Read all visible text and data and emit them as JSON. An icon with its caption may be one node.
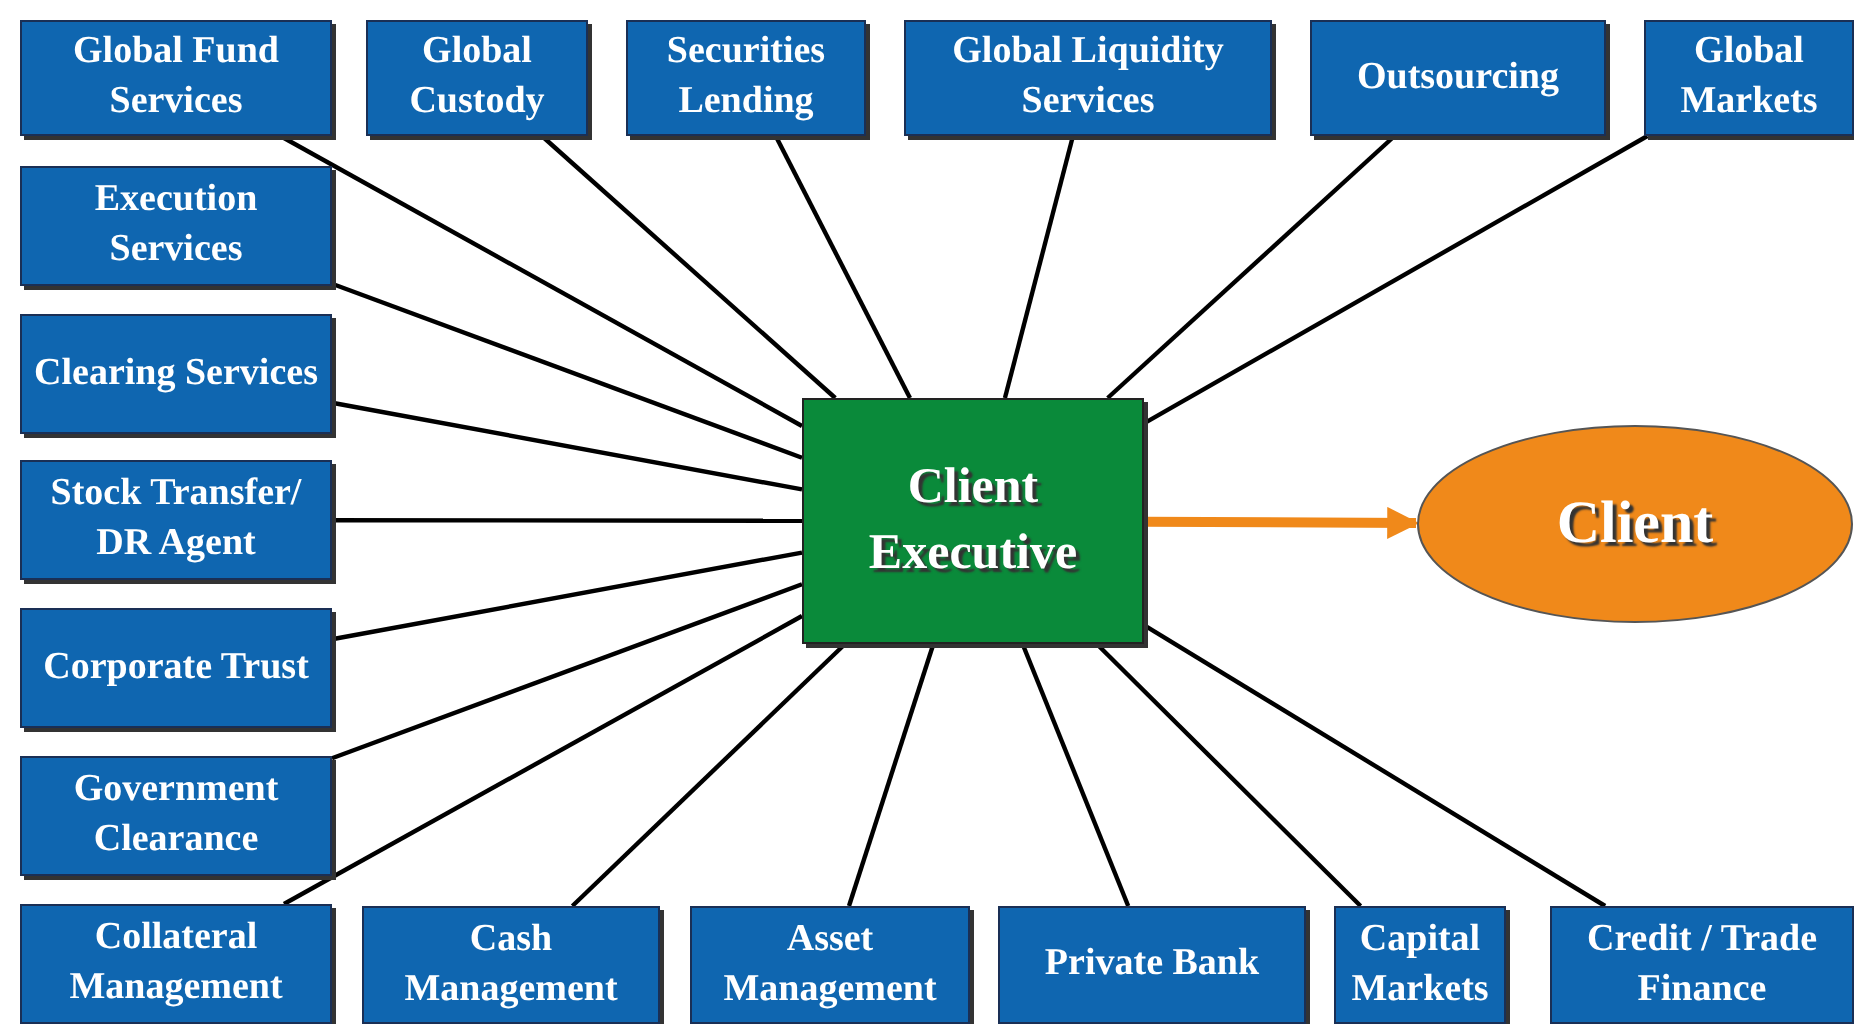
{
  "diagram": {
    "nodes": [
      {
        "text": [
          "Global Fund Services"
        ]
      },
      {
        "text": [
          "Global Custody"
        ]
      },
      {
        "text": [
          "Securities Lending"
        ]
      },
      {
        "text": [
          "Global Liquidity Services"
        ]
      },
      {
        "text": [
          "Outsourcing"
        ]
      },
      {
        "text": [
          "Global Markets"
        ]
      },
      {
        "text": [
          "Execution Services"
        ]
      },
      {
        "text": [
          "Clearing Services"
        ]
      },
      {
        "text": [
          "Stock Transfer/ DR Agent"
        ]
      },
      {
        "text": [
          "Corporate Trust"
        ]
      },
      {
        "text": [
          "Government Clearance"
        ]
      },
      {
        "text": [
          "Client Executive"
        ]
      },
      {
        "text": [
          "Client"
        ]
      },
      {
        "text": [
          "Collateral Management"
        ]
      },
      {
        "text": [
          "Cash Management"
        ]
      },
      {
        "text": [
          "Asset Management"
        ]
      },
      {
        "text": [
          "Private Bank"
        ]
      },
      {
        "text": [
          "Capital Markets"
        ]
      },
      {
        "text": [
          "Credit / Trade Finance"
        ]
      }
    ],
    "edges": [
      {
        "from": 0,
        "to": 11,
        "arrow": "none"
      },
      {
        "from": 1,
        "to": 11,
        "arrow": "none"
      },
      {
        "from": 2,
        "to": 11,
        "arrow": "none"
      },
      {
        "from": 3,
        "to": 11,
        "arrow": "none"
      },
      {
        "from": 4,
        "to": 11,
        "arrow": "none"
      },
      {
        "from": 5,
        "to": 11,
        "arrow": "none"
      },
      {
        "from": 6,
        "to": 11,
        "arrow": "none"
      },
      {
        "from": 7,
        "to": 11,
        "arrow": "none"
      },
      {
        "from": 8,
        "to": 11,
        "arrow": "none"
      },
      {
        "from": 9,
        "to": 11,
        "arrow": "none"
      },
      {
        "from": 10,
        "to": 11,
        "arrow": "none"
      },
      {
        "from": 13,
        "to": 11,
        "arrow": "none"
      },
      {
        "from": 14,
        "to": 11,
        "arrow": "none"
      },
      {
        "from": 15,
        "to": 11,
        "arrow": "none"
      },
      {
        "from": 16,
        "to": 11,
        "arrow": "none"
      },
      {
        "from": 17,
        "to": 11,
        "arrow": "none"
      },
      {
        "from": 18,
        "to": 11,
        "arrow": "none"
      },
      {
        "from": 11,
        "to": 12,
        "arrow": "to",
        "style": "thick",
        "color": "#f0891a"
      }
    ]
  }
}
